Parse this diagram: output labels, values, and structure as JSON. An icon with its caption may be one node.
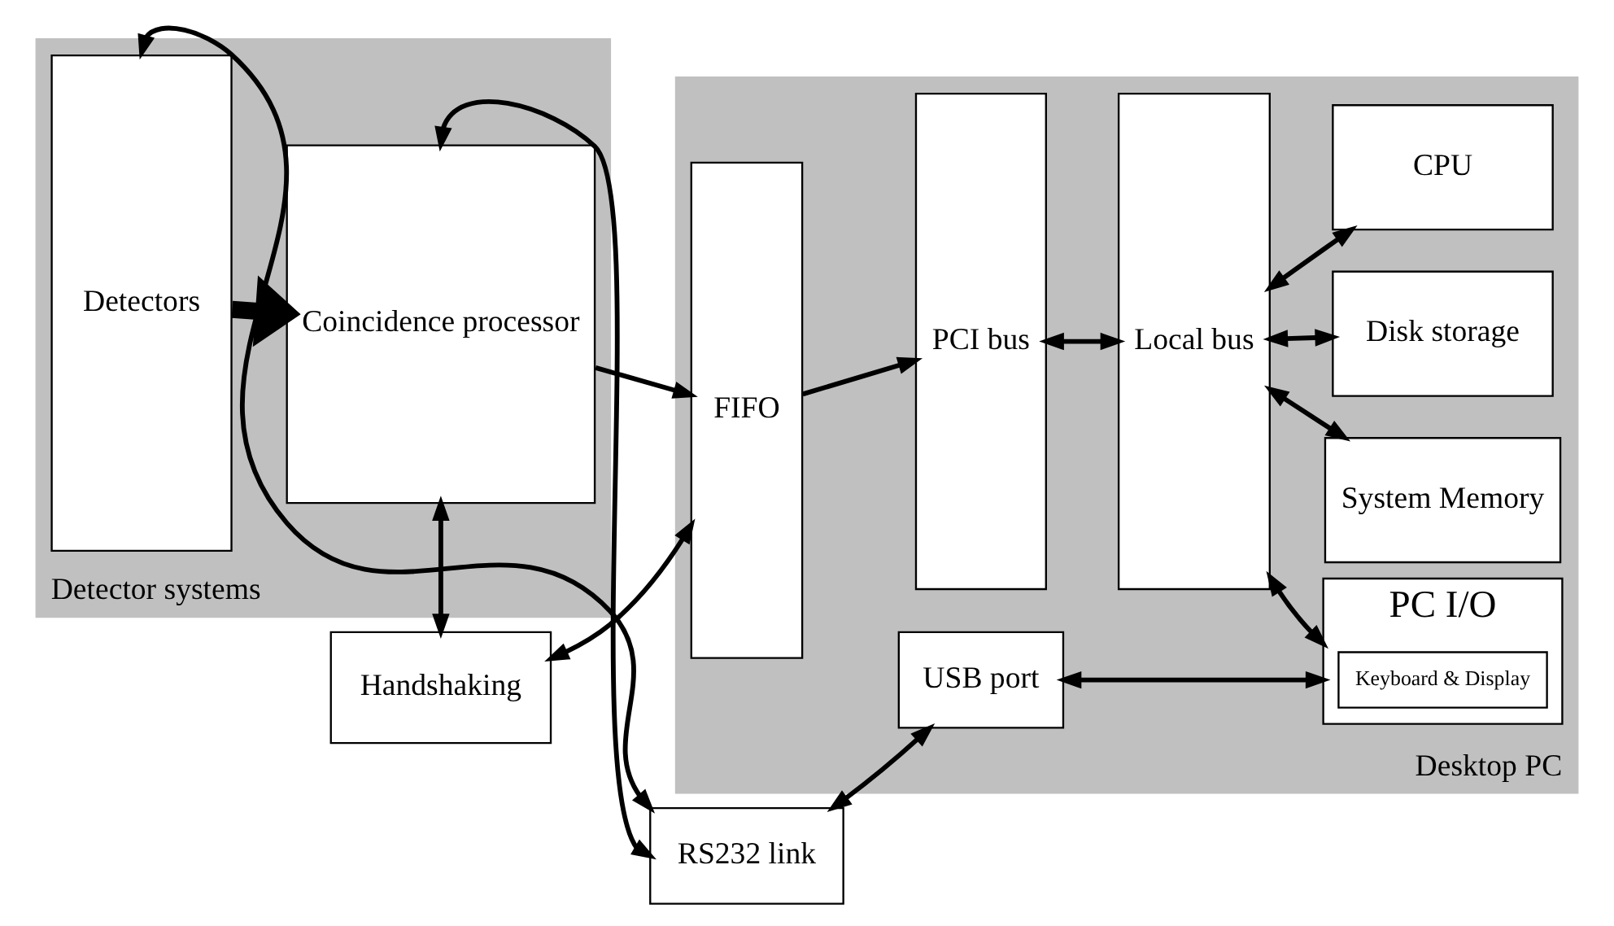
{
  "diagram": {
    "nodes": [
      {
        "text": [
          "Detector systems"
        ]
      },
      {
        "text": [
          "Detectors"
        ],
        "in": 0
      },
      {
        "text": [
          "Coincidence processor"
        ],
        "in": 0
      },
      {
        "text": [
          "RS232 link"
        ]
      },
      {
        "text": [
          "Desktop PC"
        ]
      },
      {
        "text": [
          "USB port"
        ],
        "in": 4
      },
      {
        "text": [
          "PC I/O"
        ],
        "in": 4
      },
      {
        "text": [
          "Keyboard & Display"
        ],
        "in": 6
      },
      {
        "text": [
          "FIFO"
        ],
        "in": 4
      },
      {
        "text": [
          "PCI bus"
        ],
        "in": 4
      },
      {
        "text": [
          "Local bus"
        ],
        "in": 4
      },
      {
        "text": [
          "CPU"
        ],
        "in": 4
      },
      {
        "text": [
          "System Memory"
        ],
        "in": 4
      },
      {
        "text": [
          "Handshaking"
        ]
      },
      {
        "text": [
          "Disk storage"
        ],
        "in": 4
      }
    ],
    "edges": [
      {
        "from": 3,
        "to": 1,
        "arrow": "both"
      },
      {
        "from": 3,
        "to": 2,
        "arrow": "both"
      },
      {
        "from": 3,
        "to": 5,
        "arrow": "both"
      },
      {
        "from": 5,
        "to": 6,
        "arrow": "both"
      },
      {
        "from": 10,
        "to": 6,
        "arrow": "both"
      },
      {
        "from": 1,
        "to": 2,
        "arrow": "to",
        "style": "thick"
      },
      {
        "from": 10,
        "to": 11,
        "arrow": "both"
      },
      {
        "from": 2,
        "to": 8,
        "arrow": "to"
      },
      {
        "from": 8,
        "to": 9,
        "arrow": "to"
      },
      {
        "from": 9,
        "to": 10,
        "arrow": "both"
      },
      {
        "from": 10,
        "to": 12,
        "arrow": "both"
      },
      {
        "from": 2,
        "to": 13,
        "arrow": "both"
      },
      {
        "from": 13,
        "to": 8,
        "arrow": "both"
      },
      {
        "from": 10,
        "to": 14,
        "arrow": "both"
      }
    ]
  }
}
